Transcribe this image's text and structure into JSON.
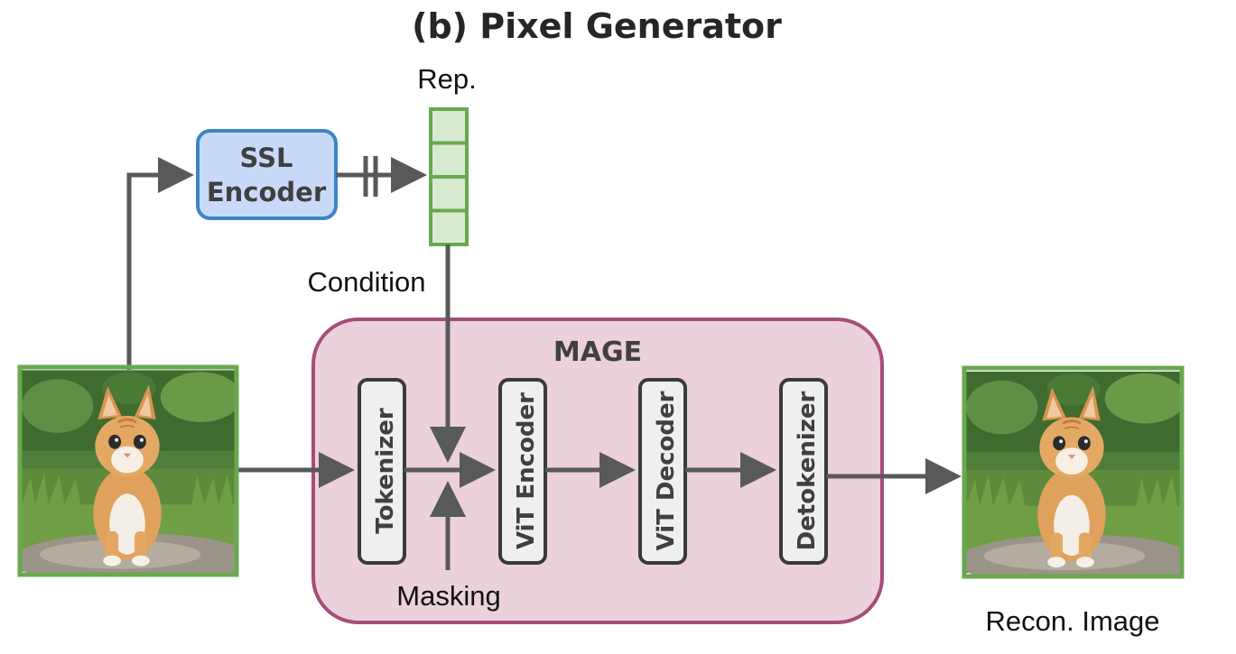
{
  "title": "(b) Pixel Generator",
  "labels": {
    "rep": "Rep.",
    "condition": "Condition",
    "masking": "Masking",
    "recon_image": "Recon. Image"
  },
  "ssl_encoder": {
    "line1": "SSL",
    "line2": "Encoder"
  },
  "mage": {
    "title": "MAGE",
    "blocks": [
      "Tokenizer",
      "ViT Encoder",
      "ViT Decoder",
      "Detokenizer"
    ]
  },
  "representation_cells": 4,
  "images": {
    "input": "kitten-photo",
    "output": "reconstructed-kitten-photo"
  },
  "colors": {
    "arrow": "#595959",
    "ssl_fill": "#c9daf8",
    "ssl_border": "#3d85c6",
    "rep_fill": "#d9ead3",
    "rep_border": "#6aa84f",
    "mage_fill": "#ead1dc",
    "mage_border": "#a64d79",
    "block_fill": "#efefef",
    "block_border": "#3a3a3a",
    "image_border": "#6aa84f"
  }
}
